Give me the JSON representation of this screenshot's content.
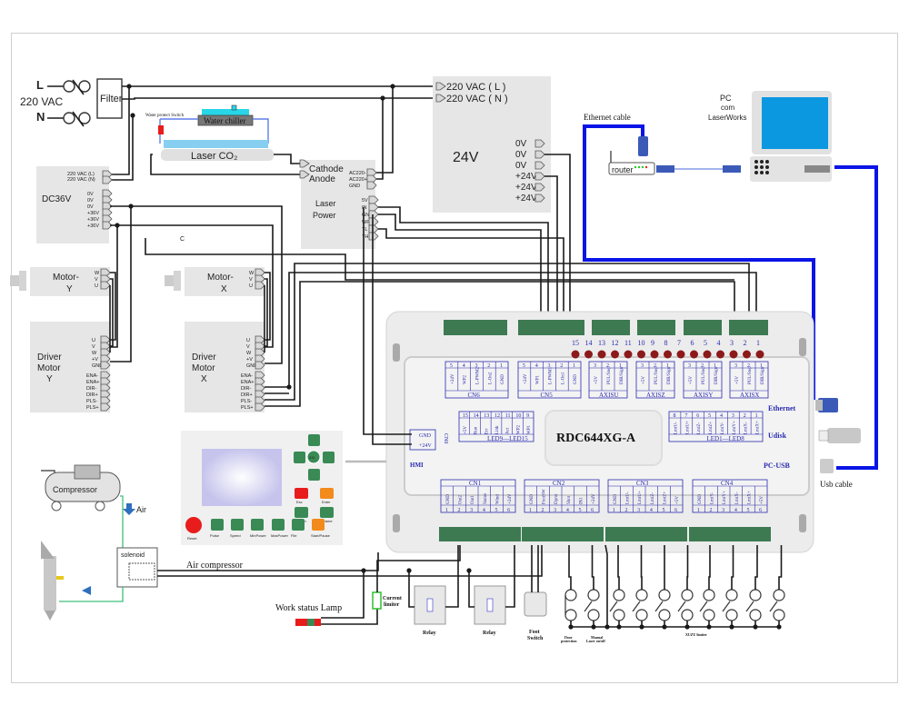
{
  "power_input": {
    "line": "L",
    "neutral": "N",
    "voltage": "220 VAC",
    "filter": "Filter"
  },
  "water": {
    "switch_label": "Water protect Switch",
    "chiller": "Water chiller",
    "tube": "Laser CO₂"
  },
  "psu_36v": {
    "title": "DC36V",
    "inputs": [
      "220 VAC (L)",
      "220 VAC (N)"
    ],
    "outputs": [
      "0V",
      "0V",
      "0V",
      "+36V",
      "+36V",
      "+36V"
    ]
  },
  "psu_24v": {
    "title": "24V",
    "inputs": [
      "220 VAC ( L )",
      "220 VAC ( N )"
    ],
    "outputs": [
      "0V",
      "0V",
      "0V",
      "+24V",
      "+24V",
      "+24V"
    ]
  },
  "laser_power": {
    "title_1": "Laser",
    "title_2": "Power",
    "hv": [
      "Cathode",
      "Anode"
    ],
    "ac": [
      "AC220-",
      "AC220+",
      "GND"
    ],
    "ctrl": [
      "5V",
      "IN",
      "GND",
      "WP",
      "TL",
      "TH"
    ]
  },
  "motor_y": {
    "title_1": "Motor-",
    "title_2": "Y",
    "pins": [
      "W",
      "V",
      "U"
    ]
  },
  "motor_x": {
    "title_1": "Motor-",
    "title_2": "X",
    "pins": [
      "W",
      "V",
      "U"
    ]
  },
  "driver_y": {
    "title_1": "Driver",
    "title_2": "Motor",
    "title_3": "Y",
    "power": [
      "U",
      "V",
      "W",
      "+V",
      "GND"
    ],
    "signal": [
      "ENA-",
      "ENA+",
      "DIR-",
      "DIR+",
      "PLS-",
      "PLS+"
    ]
  },
  "driver_x": {
    "title_1": "Driver",
    "title_2": "Motor",
    "title_3": "X",
    "power": [
      "U",
      "V",
      "W",
      "+V",
      "GND"
    ],
    "signal": [
      "ENA-",
      "ENA+",
      "DIR-",
      "DIR+",
      "PLS-",
      "PLS+"
    ]
  },
  "network": {
    "ethernet_cable": "Ethernet cable",
    "router": "router",
    "pc_1": "PC",
    "pc_2": "com",
    "pc_3": "LaserWorks",
    "usb_cable": "Usb cable"
  },
  "controller": {
    "model": "RDC644XG-A",
    "led_numbers": [
      "15",
      "14",
      "13",
      "12",
      "11",
      "10",
      "9",
      "8",
      "7",
      "6",
      "5",
      "4",
      "3",
      "2",
      "1"
    ],
    "ports_right": [
      "Ethernet",
      "Udisk",
      "PC-USB"
    ],
    "hmi": "HMI",
    "hmi_pins": [
      "GND",
      "+24V"
    ],
    "hmi_conn": "CN0",
    "top_blocks": [
      {
        "name": "CN6",
        "nums": [
          "5",
          "4",
          "3",
          "2",
          "1"
        ],
        "pins": [
          "+24V",
          "WP2",
          "L-PWM2",
          "L-On2",
          "GND"
        ]
      },
      {
        "name": "CN5",
        "nums": [
          "5",
          "4",
          "3",
          "2",
          "1"
        ],
        "pins": [
          "+24V",
          "WP1",
          "L-PWM1",
          "L-On1",
          "GND"
        ]
      },
      {
        "name": "AXISU",
        "nums": [
          "3",
          "2",
          "1"
        ],
        "pins": [
          "+5V",
          "PUL/Step",
          "DIR/Sign"
        ]
      },
      {
        "name": "AXISZ",
        "nums": [
          "3",
          "2",
          "1"
        ],
        "pins": [
          "+5V",
          "PUL/Step",
          "DIR/Sign"
        ]
      },
      {
        "name": "AXISY",
        "nums": [
          "3",
          "2",
          "1"
        ],
        "pins": [
          "+5V",
          "PUL/Step",
          "DIR/Sign"
        ]
      },
      {
        "name": "AXISX",
        "nums": [
          "3",
          "2",
          "1"
        ],
        "pins": [
          "+5V",
          "PUL/Step",
          "DIR/Sign"
        ]
      }
    ],
    "led_left": {
      "name": "LED9—LED15",
      "nums": [
        "15",
        "14",
        "13",
        "12",
        "11",
        "10",
        "9"
      ],
      "pins": [
        "+5V",
        "Run",
        "Err",
        "Link",
        "Act",
        "WP2",
        "WP1"
      ]
    },
    "led_right": {
      "name": "LED1—LED8",
      "nums": [
        "8",
        "7",
        "6",
        "5",
        "4",
        "3",
        "2",
        "1"
      ],
      "pins": [
        "LmtU-",
        "LmtU+",
        "LmtZ-",
        "LmtZ+",
        "LmtY-",
        "LmtY+",
        "LmtX-",
        "LmtX+"
      ]
    },
    "bottom_blocks": [
      {
        "name": "CN1",
        "nums": [
          "1",
          "2",
          "3",
          "4",
          "5",
          "6"
        ],
        "pins": [
          "GND",
          "Out2",
          "Out1",
          "Status",
          "Wind",
          "+24V"
        ]
      },
      {
        "name": "CN2",
        "nums": [
          "1",
          "2",
          "3",
          "4",
          "5",
          "6"
        ],
        "pins": [
          "GND",
          "FootSW",
          "Dprot",
          "Shot",
          "IN1",
          "+24V"
        ]
      },
      {
        "name": "CN3",
        "nums": [
          "1",
          "2",
          "3",
          "4",
          "5",
          "6"
        ],
        "pins": [
          "GND",
          "LmtU-",
          "LmtU+",
          "LmtZ-",
          "LmtZ+",
          "+5V"
        ]
      },
      {
        "name": "CN4",
        "nums": [
          "1",
          "2",
          "3",
          "4",
          "5",
          "6"
        ],
        "pins": [
          "GND",
          "LmtY-",
          "LmtY+",
          "LmtX-",
          "LmtX+",
          "+5V"
        ]
      }
    ]
  },
  "panel": {
    "buttons": [
      "Reset",
      "Pulse",
      "Speed",
      "MinPower",
      "MaxPower",
      "File",
      "Start/Pause"
    ],
    "side": [
      "Esc",
      "Enter",
      "Origin",
      "Frame"
    ],
    "center": "Z/U"
  },
  "air": {
    "compressor": "Compressor",
    "air": "Air",
    "solenoid": "solenoid",
    "air_line": "Air compressor"
  },
  "outputs": {
    "lamp": "Work status Lamp",
    "limiter_1": "Current",
    "limiter_2": "limiter",
    "relay": "Relay",
    "foot_1": "Foot",
    "foot_2": "Switch",
    "door_1": "Door",
    "door_2": "protection",
    "manual_1": "Manual",
    "manual_2": "Laser on/off",
    "limits": "XUZU limiter"
  },
  "colors": {
    "wire": "#1a1a1a",
    "cable_blue": "#0a14e6",
    "board": "#e6e6e6",
    "terminal": "#3d7a52",
    "led": "#8c1a1a",
    "label_blue": "#2a2ab0",
    "model_red": "#8a2040",
    "chiller_cyan": "#27d6e8",
    "hose": "#5f7fe8",
    "air_green": "#3cbf7a"
  }
}
